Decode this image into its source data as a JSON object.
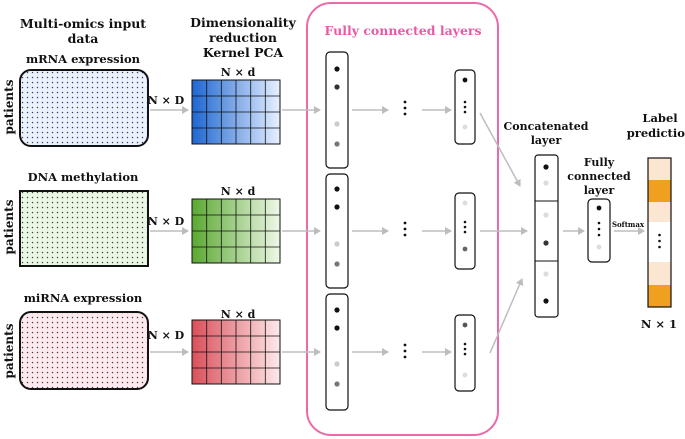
{
  "header": {
    "input_title_line1": "Multi-omics input",
    "input_title_line2": "data",
    "dimred_line1": "Dimensionality",
    "dimred_line2": "reduction",
    "dimred_line3": "Kernel PCA",
    "fc_title": "Fully connected layers"
  },
  "omics": [
    {
      "name": "mRNA expression",
      "color": "#1e66d0"
    },
    {
      "name": "DNA methylation",
      "color": "#5aa832"
    },
    {
      "name": "miRNA expression",
      "color": "#d9505a"
    }
  ],
  "patients_label": "patients",
  "n_by_D": "N × D",
  "n_by_d": "N × d",
  "concat_line1": "Concatenated",
  "concat_line2": "layer",
  "fc2_line1": "Fully",
  "fc2_line2": "connected",
  "fc2_line3": "layer",
  "softmax": "Softmax",
  "label_line1": "Label",
  "label_line2": "prediction",
  "n_by_1": "N × 1",
  "colors": {
    "fc_border": "#ec6aa8",
    "fc_title": "#e85aa6",
    "arrow": "#bdbdbd",
    "label_orange": "#efa020",
    "label_light": "#fbe6d2"
  }
}
